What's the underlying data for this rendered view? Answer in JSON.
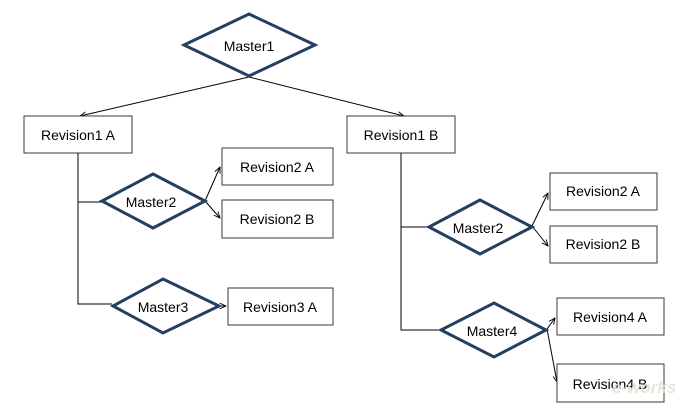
{
  "colors": {
    "diamond_stroke": "#243f60",
    "box_stroke": "#3a3a3a",
    "line": "#000000",
    "watermark": "#e4e0d6"
  },
  "nodes": {
    "master1": "Master1",
    "revision1a": "Revision1 A",
    "revision1b": "Revision1 B",
    "master2_left": "Master2",
    "revision2a_left": "Revision2 A",
    "revision2b_left": "Revision2 B",
    "master3": "Master3",
    "revision3a": "Revision3 A",
    "master2_right": "Master2",
    "revision2a_right": "Revision2 A",
    "revision2b_right": "Revision2 B",
    "master4": "Master4",
    "revision4a": "Revision4 A",
    "revision4b": "Revision4 B"
  },
  "watermark": {
    "text": "e-works"
  }
}
